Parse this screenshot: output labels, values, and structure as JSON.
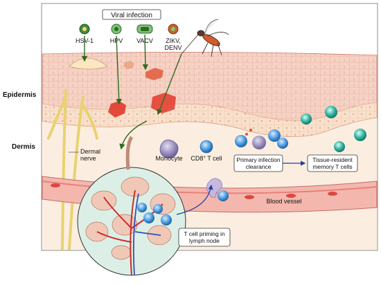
{
  "title_box": "Viral infection",
  "viruses": [
    {
      "label": "HSV-1"
    },
    {
      "label": "HPV"
    },
    {
      "label": "VACV"
    },
    {
      "label_line1": "ZIKV,",
      "label_line2": "DENV"
    }
  ],
  "layer_labels": {
    "epidermis": "Epidermis",
    "dermis": "Dermis"
  },
  "cell_labels": {
    "dermal_nerve_line1": "Dermal",
    "dermal_nerve_line2": "nerve",
    "monocyte": "Monocyte",
    "cd8_prefix": "CD8",
    "cd8_sup": "+",
    "cd8_suffix": " T cell",
    "blood_vessel": "Blood vessel"
  },
  "boxes": {
    "clearance_line1": "Primary infection",
    "clearance_line2": "clearance",
    "trm_line1": "Tissue-resident",
    "trm_line2": "memory T cells",
    "priming_line1": "T cell priming in",
    "priming_line2": "lymph node"
  },
  "colors": {
    "skin_top": "#f4c7b8",
    "skin_cell_line": "#d58d86",
    "dermis": "#fbeee0",
    "infected": "#e03a2c",
    "arrow_green": "#2e6b1e",
    "t_cell": "#4a9be0",
    "trm_cell": "#2fb3a0",
    "monocyte": "#8d80b8",
    "vessel": "#e8807a",
    "nerve": "#e8d271",
    "lymph_node": "#dcefe6"
  }
}
